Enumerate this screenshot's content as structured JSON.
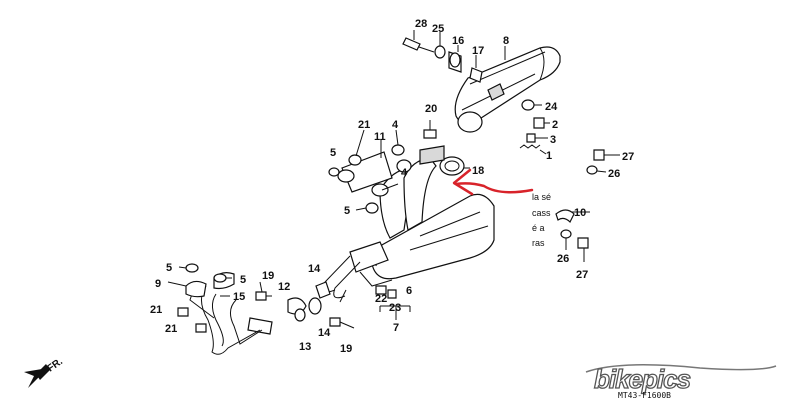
{
  "diagram": {
    "parts": {
      "p28": "28",
      "p25": "25",
      "p16": "16",
      "p17": "17",
      "p8": "8",
      "p24": "24",
      "p2": "2",
      "p3": "3",
      "p1": "1",
      "p20": "20",
      "p21a": "21",
      "p11": "11",
      "p4a": "4",
      "p4b": "4",
      "p5a": "5",
      "p5b": "5",
      "p18": "18",
      "p27a": "27",
      "p26a": "26",
      "p10": "10",
      "p26b": "26",
      "p27b": "27",
      "p5c": "5",
      "p9": "9",
      "p5d": "5",
      "p15": "15",
      "p19a": "19",
      "p21b": "21",
      "p21c": "21",
      "p12": "12",
      "p13": "13",
      "p14a": "14",
      "p14b": "14",
      "p22": "22",
      "p23": "23",
      "p6": "6",
      "p7": "7",
      "p19b": "19"
    },
    "handwritten_note": [
      "la sé",
      "cass",
      "é a",
      "ras"
    ],
    "front_arrow_label": "FR.",
    "diagram_code": "MT43-F1600B",
    "watermark": "bikepics"
  },
  "colors": {
    "line": "#111111",
    "annotation_arrow": "#d8232a",
    "background": "#ffffff"
  }
}
